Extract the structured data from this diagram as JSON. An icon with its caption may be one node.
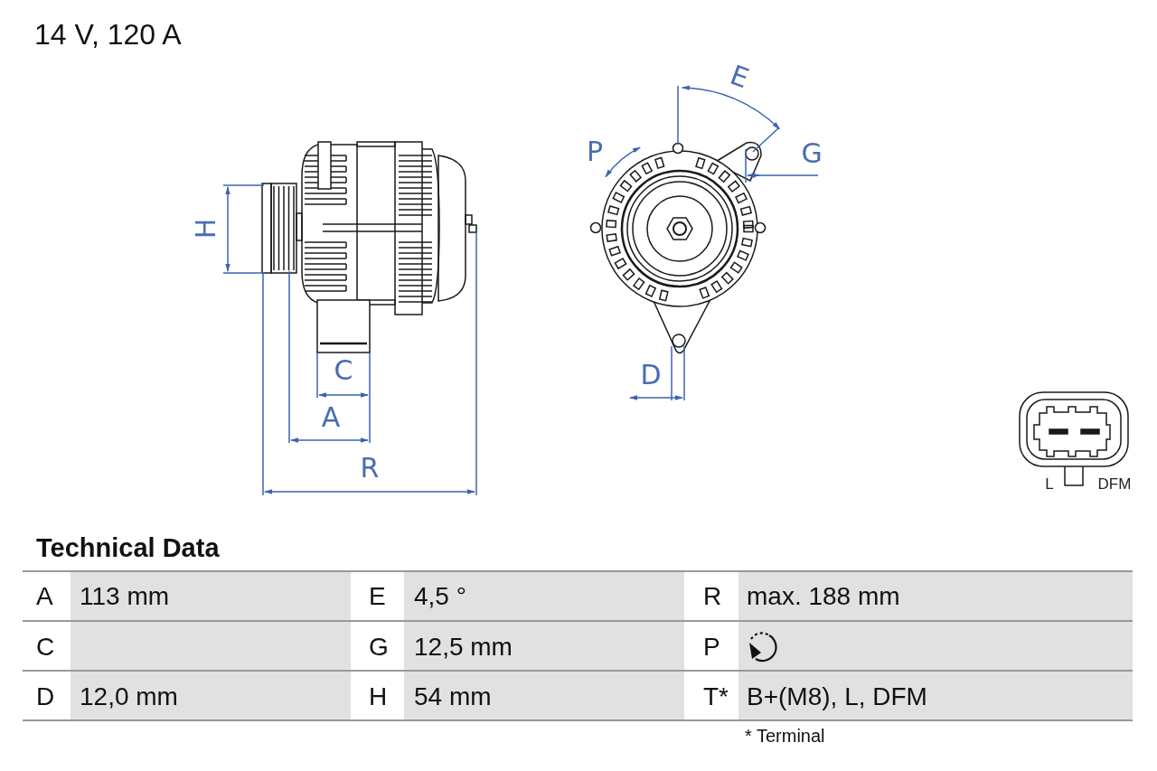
{
  "diagram": {
    "title": "14 V, 120 A",
    "labels": [
      "H",
      "C",
      "A",
      "R",
      "P",
      "E",
      "G",
      "D",
      "L",
      "DFM",
      "Technical Data",
      "A",
      "113 mm",
      "E",
      "4,5 °",
      "R",
      "max. 188 mm",
      "C",
      "G",
      "12,5 mm",
      "P",
      "D",
      "12,0 mm",
      "H",
      "54 mm",
      "T*",
      "B+(M8), L, DFM",
      "* Terminal"
    ]
  }
}
